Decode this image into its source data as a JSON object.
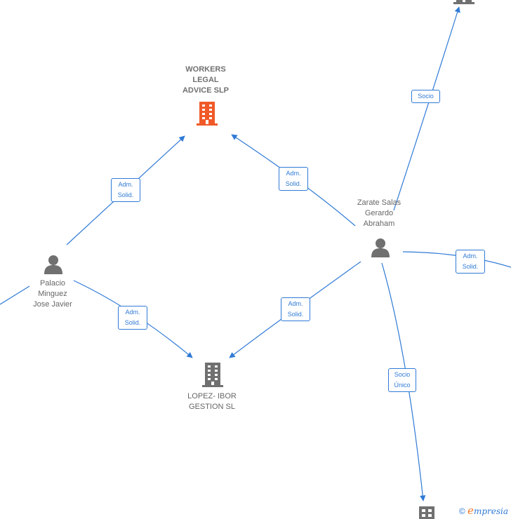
{
  "nodes": {
    "workers_legal": {
      "lines": [
        "WORKERS",
        "LEGAL",
        "ADVICE  SLP"
      ],
      "icon": "building-icon",
      "color": "#f05a28"
    },
    "lopez_ibor": {
      "lines": [
        "LOPEZ- IBOR",
        "GESTION  SL"
      ],
      "icon": "building-icon",
      "color": "#707070"
    },
    "palacio": {
      "lines": [
        "Palacio",
        "Minguez",
        "Jose Javier"
      ],
      "icon": "person-icon",
      "color": "#707070"
    },
    "zarate": {
      "lines": [
        "Zarate Salas",
        "Gerardo",
        "Abraham"
      ],
      "icon": "person-icon",
      "color": "#707070"
    },
    "top_right_company": {
      "icon": "building-icon",
      "color": "#707070"
    },
    "bottom_company": {
      "icon": "building-icon",
      "color": "#707070"
    }
  },
  "edges": {
    "palacio_workers": {
      "lines": [
        "Adm.",
        "Solid."
      ]
    },
    "zarate_workers": {
      "lines": [
        "Adm.",
        "Solid."
      ]
    },
    "palacio_lopez": {
      "lines": [
        "Adm.",
        "Solid."
      ]
    },
    "zarate_lopez": {
      "lines": [
        "Adm.",
        "Solid."
      ]
    },
    "zarate_top": {
      "lines": [
        "Socio"
      ]
    },
    "zarate_right": {
      "lines": [
        "Adm.",
        "Solid."
      ]
    },
    "zarate_bottom": {
      "lines": [
        "Socio",
        "Único"
      ]
    }
  },
  "colors": {
    "edge": "#2f7ad6",
    "accent_company": "#f05a28",
    "node": "#707070"
  },
  "footer": {
    "copyright": "©",
    "brand_initial": "e",
    "brand_rest": "mpresia"
  }
}
